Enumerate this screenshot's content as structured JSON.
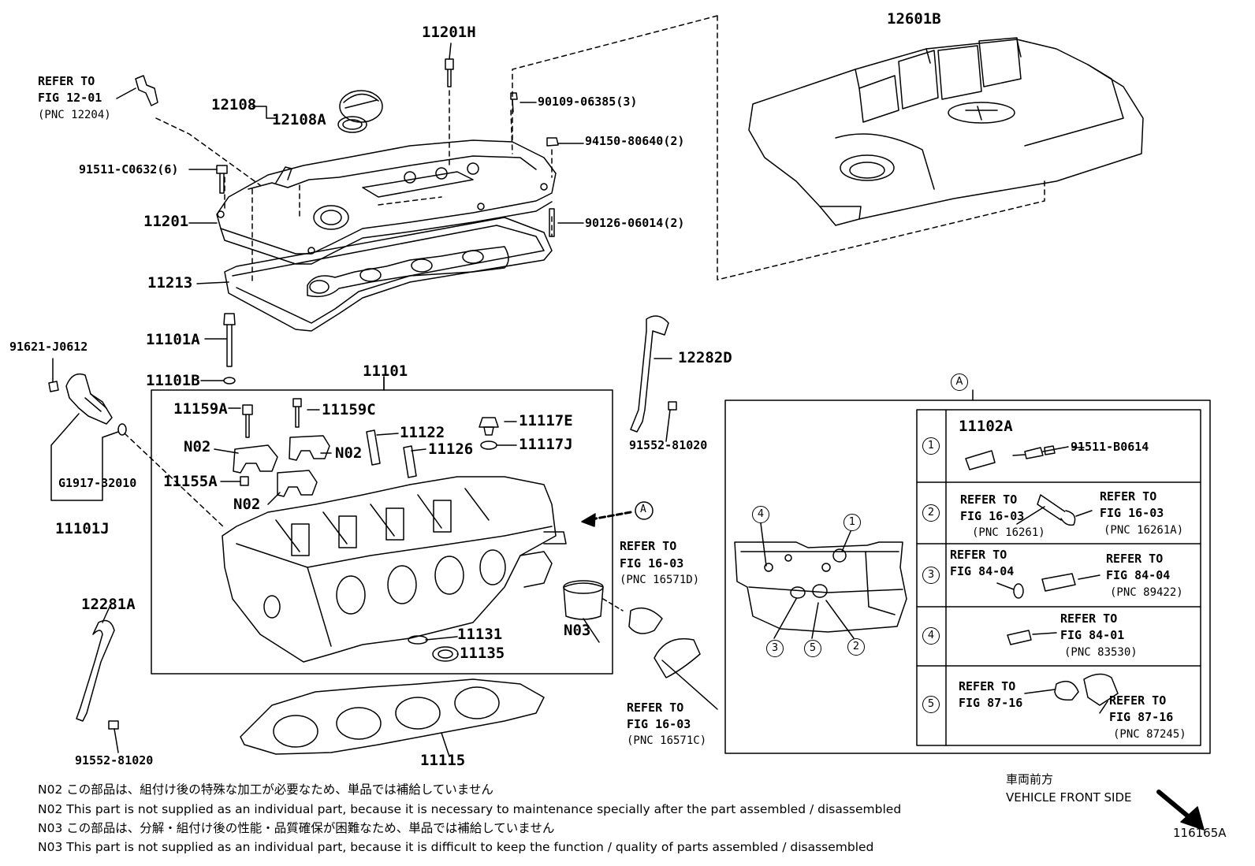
{
  "parts": {
    "p11201H": "11201H",
    "p12601B": "12601B",
    "refer_fig1201": [
      "REFER TO",
      "FIG 12-01",
      "(PNC 12204)"
    ],
    "p12108": "12108",
    "p12108A": "12108A",
    "p90109": "90109-06385(3)",
    "p94150": "94150-80640(2)",
    "p91511C": "91511-C0632(6)",
    "p11201": "11201",
    "p90126": "90126-06014(2)",
    "p11213": "11213",
    "p11101A": "11101A",
    "p11101B": "11101B",
    "p91621": "91621-J0612",
    "p11101": "11101",
    "p12282D": "12282D",
    "p11159A": "11159A",
    "p11159C": "11159C",
    "p11117E": "11117E",
    "p11122": "11122",
    "p11126": "11126",
    "p11117J": "11117J",
    "pN02a": "N02",
    "pN02b": "N02",
    "pN02c": "N02",
    "p11155A": "11155A",
    "pG1917": "G1917-32010",
    "p11101J": "11101J",
    "p91552a": "91552-81020",
    "p91552b": "91552-81020",
    "refer_16571D": [
      "REFER TO",
      "FIG 16-03",
      "(PNC 16571D)"
    ],
    "pN03": "N03",
    "p12281A": "12281A",
    "p11131": "11131",
    "p11135": "11135",
    "refer_16571C": [
      "REFER TO",
      "FIG 16-03",
      "(PNC 16571C)"
    ],
    "p11115": "11115",
    "callout_A": "A"
  },
  "detail": {
    "label": "A",
    "markers": [
      "1",
      "2",
      "3",
      "4",
      "5"
    ],
    "rows": [
      {
        "num": "1",
        "part": "11102A",
        "bolt": "91511-B0614"
      },
      {
        "num": "2",
        "left": [
          "REFER TO",
          "FIG 16-03",
          "(PNC 16261)"
        ],
        "right": [
          "REFER TO",
          "FIG 16-03",
          "(PNC 16261A)"
        ]
      },
      {
        "num": "3",
        "left": [
          "REFER TO",
          "FIG 84-04"
        ],
        "right": [
          "REFER TO",
          "FIG 84-04",
          "(PNC 89422)"
        ]
      },
      {
        "num": "4",
        "right": [
          "REFER TO",
          "FIG 84-01",
          "(PNC 83530)"
        ]
      },
      {
        "num": "5",
        "left": [
          "REFER TO",
          "FIG 87-16"
        ],
        "right": [
          "REFER TO",
          "FIG 87-16",
          "(PNC 87245)"
        ]
      }
    ]
  },
  "notes": [
    "N02 この部品は、組付け後の特殊な加工が必要なため、単品では補給していません",
    "N02 This part is not supplied as an individual part, because it is necessary to maintenance specially after the part assembled / disassembled",
    "N03 この部品は、分解・組付け後の性能・品質確保が困難なため、単品では補給していません",
    "N03 This part is not supplied as an individual part, because it is difficult to keep the function / quality of parts  assembled / disassembled"
  ],
  "vehicle_front": {
    "ja": "車両前方",
    "en": "VEHICLE FRONT SIDE"
  },
  "figure_id": "116165A"
}
